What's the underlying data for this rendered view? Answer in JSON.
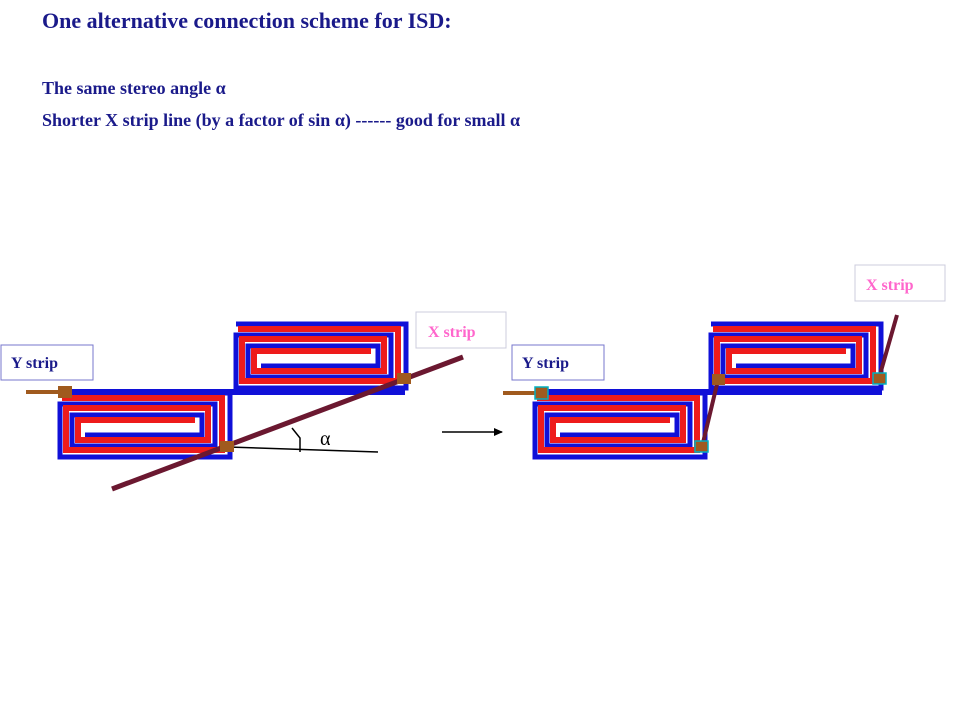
{
  "title": "One alternative connection scheme for ISD:",
  "line1": "The same stereo angle α",
  "line2": "Shorter X strip line (by a factor of sin α) ------ good for small α",
  "diagram": {
    "left": {
      "y_label": "Y strip",
      "x_label": "X strip",
      "angle_label": "α"
    },
    "right": {
      "y_label": "Y strip",
      "x_label": "X strip"
    }
  },
  "colors": {
    "blue": "#1010d8",
    "red": "#ee1b1b",
    "wire": "#6b1830",
    "pad": "#a05a1e",
    "text": "#1a1a8a",
    "xlabel": "#ff66cc"
  }
}
